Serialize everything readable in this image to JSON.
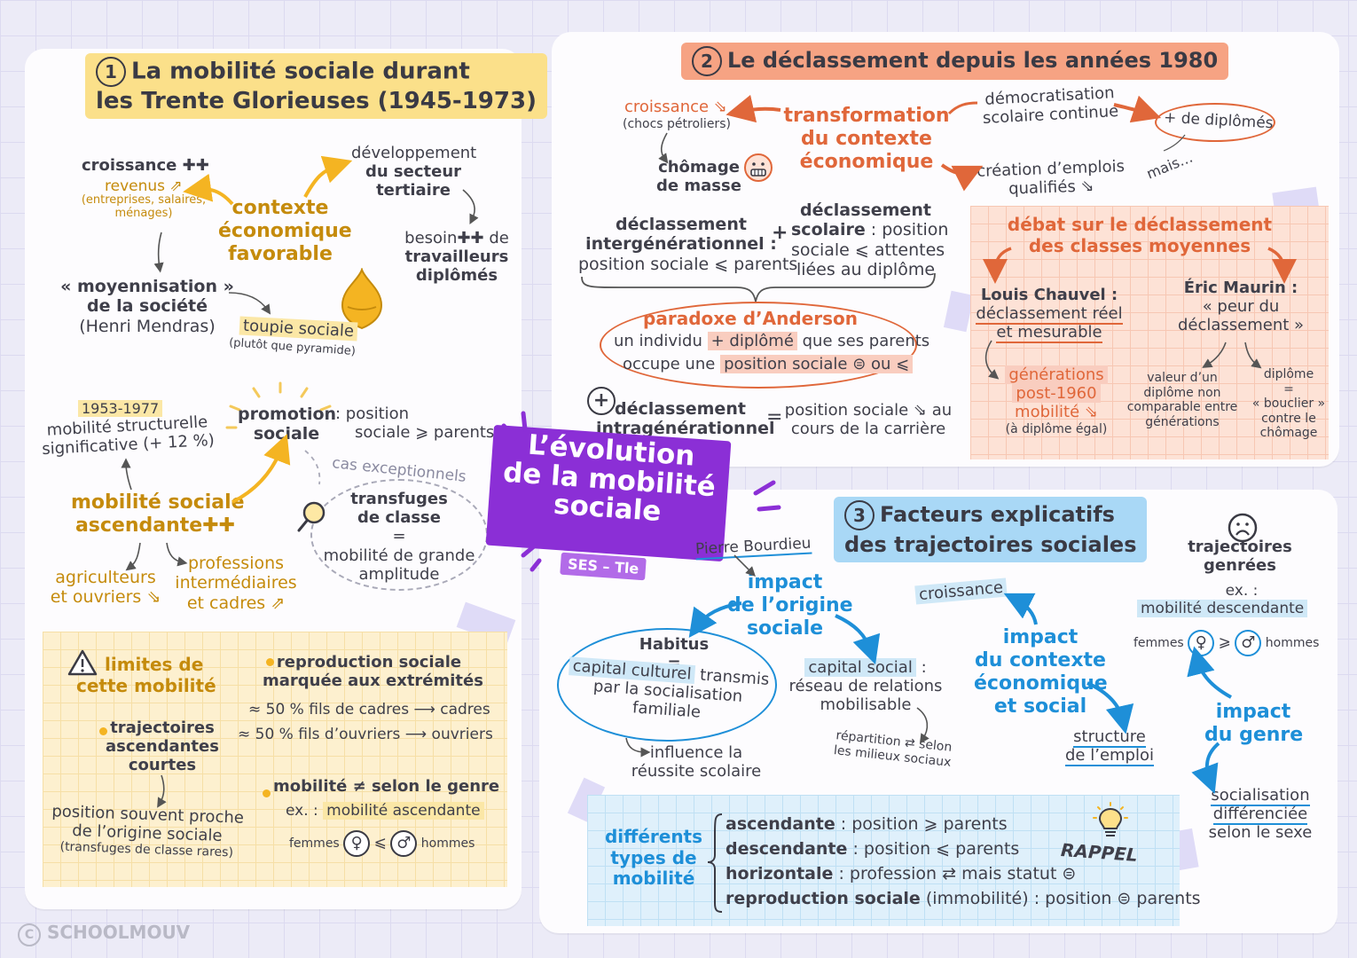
{
  "center": {
    "title": "L’évolution de la mobilité sociale",
    "title_l1": "L’évolution",
    "title_l2": "de la mobilité",
    "title_l3": "sociale",
    "tag": "SES – Tle"
  },
  "brand": {
    "name": "SCHOOLMOUV",
    "copyright_icon": "copyright-icon"
  },
  "section1": {
    "number": "1",
    "title_l1": "La mobilité sociale durant",
    "title_l2": "les Trente Glorieuses (1945-1973)",
    "croissance": "croissance ✚✚",
    "revenus": "revenus ⇗",
    "revenus_detail_l1": "(entreprises, salaires,",
    "revenus_detail_l2": "ménages)",
    "contexte_l1": "contexte",
    "contexte_l2": "économique",
    "contexte_l3": "favorable",
    "dev_l1": "développement",
    "dev_l2": "du secteur",
    "dev_l3": "tertiaire",
    "besoin_l1": "besoin✚✚ de",
    "besoin_l2": "travailleurs",
    "besoin_l3": "diplômés",
    "moy_l1": "« moyennisation »",
    "moy_l2": "de la société",
    "moy_l3": "(Henri Mendras)",
    "toupie": "toupie sociale",
    "toupie_detail": "(plutôt que pyramide)",
    "period": "1953-1977",
    "structurelle_l1": "mobilité structurelle",
    "structurelle_l2": "significative (+ 12 %)",
    "promotion_l1": "promotion",
    "promotion_l2": "sociale",
    "promotion_def_l1": ": position",
    "promotion_def_l2": "sociale ⩾ parents",
    "cas": "cas exceptionnels",
    "transfuges_l1": "transfuges",
    "transfuges_l2": "de classe",
    "equals": "=",
    "grande_l1": "mobilité de grande",
    "grande_l2": "amplitude",
    "asc_l1": "mobilité sociale",
    "asc_l2": "ascendante✚✚",
    "agri_l1": "agriculteurs",
    "agri_l2": "et ouvriers ⇘",
    "prof_l1": "professions",
    "prof_l2": "intermédiaires",
    "prof_l3": "et cadres ⇗",
    "limites_l1": "limites de",
    "limites_l2": "cette mobilité",
    "traj_l1": "trajectoires",
    "traj_l2": "ascendantes",
    "traj_l3": "courtes",
    "proche_l1": "position souvent proche",
    "proche_l2": "de l’origine sociale",
    "proche_l3": "(transfuges de classe rares)",
    "repro_l1": "reproduction sociale",
    "repro_l2": "marquée aux extrémités",
    "cadres_line": "≈ 50 % fils de cadres ⟶ cadres",
    "ouvriers_line": "≈ 50 % fils d’ouvriers ⟶ ouvriers",
    "genre_title": "mobilité ≠ selon le genre",
    "genre_ex": "ex. :",
    "genre_hl": "mobilité ascendante",
    "femmes": "femmes",
    "hommes": "hommes",
    "less": "⩽"
  },
  "section2": {
    "number": "2",
    "title": "Le déclassement depuis les années 1980",
    "croissance": "croissance ⇘",
    "chocs": "(chocs pétroliers)",
    "chomage_l1": "chômage",
    "chomage_l2": "de masse",
    "transfo_l1": "transformation",
    "transfo_l2": "du contexte",
    "transfo_l3": "économique",
    "demo_l1": "démocratisation",
    "demo_l2": "scolaire continue",
    "diplomes": "+ de diplômés",
    "creation_l1": "création d’emplois",
    "creation_l2": "qualifiés ⇘",
    "mais": "mais…",
    "inter_l1": "déclassement",
    "inter_l2": "intergénérationnel :",
    "inter_l3": "position sociale ⩽ parents",
    "plus": "+",
    "scol_l1": "déclassement",
    "scol_l2": "scolaire : position",
    "scol_l3": "sociale ⩽ attentes",
    "scol_l4": "liées au diplôme",
    "anderson_title": "paradoxe d’Anderson",
    "anderson_l1a": "un individu",
    "anderson_l1b": "+ diplômé",
    "anderson_l1c": "que ses parents",
    "anderson_l2a": "occupe une",
    "anderson_l2b": "position sociale ⊜ ou ⩽",
    "intra_plus": "+",
    "intra_l1": "déclassement",
    "intra_l2": "intragénérationnel",
    "intra_eq": "=",
    "intra_def_l1": "position sociale ⇘ au",
    "intra_def_l2": "cours de la carrière",
    "debat_l1": "débat sur le déclassement",
    "debat_l2": "des classes moyennes",
    "chauvel_name": "Louis Chauvel :",
    "chauvel_l1": "déclassement réel",
    "chauvel_l2": "et mesurable",
    "gen_l1": "générations",
    "gen_l2": "post-1960",
    "gen_l3": "mobilité ⇘",
    "gen_l4": "(à diplôme égal)",
    "maurin_name": "Éric Maurin :",
    "maurin_l1": "« peur du",
    "maurin_l2": "déclassement »",
    "valeur_l1": "valeur d’un",
    "valeur_l2": "diplôme non",
    "valeur_l3": "comparable entre",
    "valeur_l4": "générations",
    "bouclier_l1": "diplôme",
    "bouclier_l2": "=",
    "bouclier_l3": "« bouclier »",
    "bouclier_l4": "contre le",
    "bouclier_l5": "chômage"
  },
  "section3": {
    "number": "3",
    "title_l1": "Facteurs explicatifs",
    "title_l2": "des trajectoires sociales",
    "bourdieu": "Pierre Bourdieu",
    "origine_l1": "impact",
    "origine_l2": "de l’origine",
    "origine_l3": "sociale",
    "habitus": "Habitus",
    "eq": "=",
    "capital_cult_a": "capital culturel",
    "capital_cult_b": "transmis",
    "capital_cult_l2": "par la socialisation",
    "capital_cult_l3": "familiale",
    "influence_l1": "influence la",
    "influence_l2": "réussite scolaire",
    "capital_social_a": "capital social",
    "capital_social_b": ":",
    "capital_social_l2": "réseau de relations",
    "capital_social_l3": "mobilisable",
    "repartition_l1": "répartition ⇄ selon",
    "repartition_l2": "les milieux sociaux",
    "croissance": "croissance",
    "contexte_l1": "impact",
    "contexte_l2": "du contexte",
    "contexte_l3": "économique",
    "contexte_l4": "et social",
    "structure_l1": "structure",
    "structure_l2": "de l’emploi",
    "genrees_l1": "trajectoires",
    "genrees_l2": "genrées",
    "ex": "ex. :",
    "descendante": "mobilité descendante",
    "femmes": "femmes",
    "hommes": "hommes",
    "more": "⩾",
    "genre_l1": "impact",
    "genre_l2": "du genre",
    "social_l1": "socialisation",
    "social_l2": "différenciée",
    "social_l3": "selon le sexe",
    "types_l1": "différents",
    "types_l2": "types de",
    "types_l3": "mobilité",
    "asc_term": "ascendante",
    "asc_def": ": position ⩾ parents",
    "desc_term": "descendante",
    "desc_def": ": position ⩽ parents",
    "horiz_term": "horizontale",
    "horiz_def": ": profession ⇄ mais statut ⊜",
    "repro_term": "reproduction sociale",
    "repro_def": "(immobilité) : position ⊜ parents",
    "rappel": "RAPPEL"
  },
  "colors": {
    "gold": "#c58b0c",
    "orange": "#e0673a",
    "blue": "#1e8fd8",
    "purple": "#8b2fd6"
  }
}
